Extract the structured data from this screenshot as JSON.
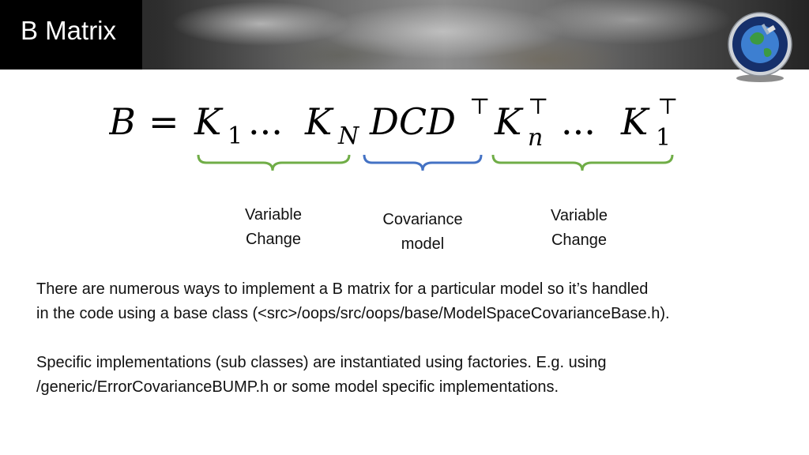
{
  "slide": {
    "title": "B Matrix",
    "formula": {
      "lhs": "B",
      "eq": "=",
      "k1": "K",
      "k1_sub": "1",
      "dots1": "...",
      "kn": "K",
      "kn_sub": "N",
      "dcd": "DCD",
      "transpose": "⊤",
      "kn_t": "K",
      "kn_t_sub": "n",
      "dots2": "...",
      "k1_t": "K",
      "k1_t_sub": "1"
    },
    "labels": {
      "left_line1": "Variable",
      "left_line2": "Change",
      "middle_line1": "Covariance",
      "middle_line2": "model",
      "right_line1": "Variable",
      "right_line2": "Change"
    },
    "paragraphs": [
      {
        "line1": "There are numerous ways to implement a B matrix for a particular model so it’s handled",
        "line2": "in the code using a base class (<src>/oops/src/oops/base/ModelSpaceCovarianceBase.h)."
      },
      {
        "line1": "Specific implementations (sub classes) are instantiated using factories. E.g. using",
        "line2": "/generic/ErrorCovarianceBUMP.h or some model specific implementations."
      }
    ],
    "colors": {
      "bracket_green": "#70ad47",
      "bracket_blue": "#4472c4"
    }
  }
}
